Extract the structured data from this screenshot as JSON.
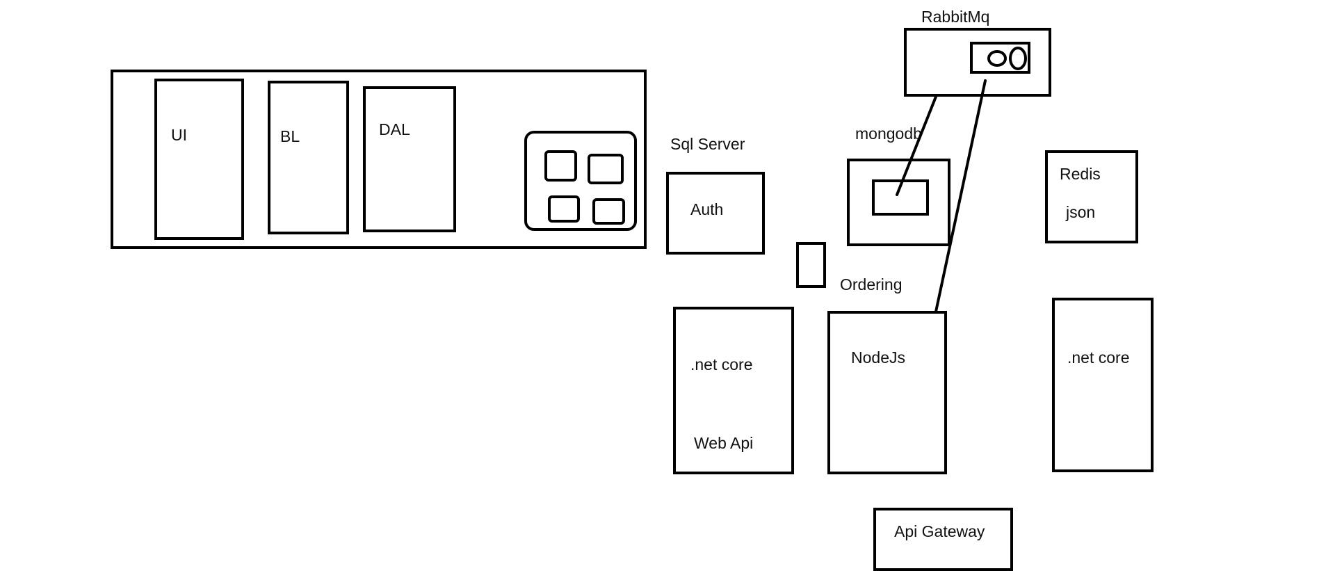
{
  "monolith": {
    "ui_label": "UI",
    "bl_label": "BL",
    "dal_label": "DAL"
  },
  "services": {
    "sql_server_label": "Sql Server",
    "auth_label": "Auth",
    "mongodb_label": "mongodb",
    "rabbitmq_label": "RabbitMq",
    "redis_label": "Redis",
    "json_label": "json",
    "ordering_label": "Ordering",
    "net_core_left_label": ".net core",
    "web_api_label": "Web Api",
    "nodejs_label": "NodeJs",
    "net_core_right_label": ".net core",
    "api_gateway_label": "Api Gateway"
  },
  "style": {
    "stroke_color": "#000000",
    "background_color": "#ffffff"
  }
}
